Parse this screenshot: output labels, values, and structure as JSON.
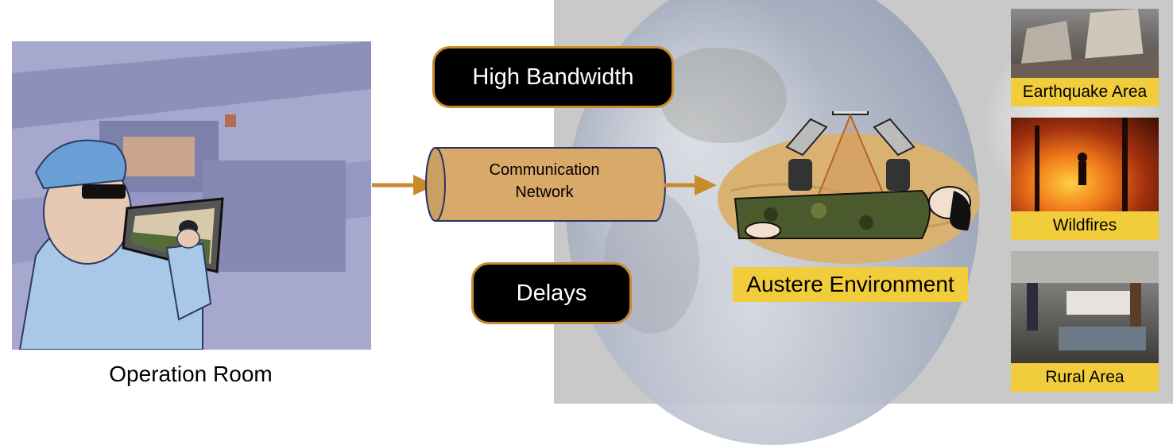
{
  "labels": {
    "operation_room": "Operation Room",
    "high_bandwidth": "High Bandwidth",
    "delays": "Delays",
    "network_line1": "Communication",
    "network_line2": "Network",
    "austere_environment": "Austere Environment",
    "earthquake_area": "Earthquake Area",
    "wildfires": "Wildfires",
    "rural_area": "Rural Area"
  },
  "colors": {
    "accent_orange": "#c98a2c",
    "cylinder_fill": "#d8a969",
    "label_yellow": "#f2cd3b",
    "op_room_bg": "#a6a8cd"
  },
  "icons": {
    "flow_arrow": "arrow-right-icon",
    "network": "cylinder-icon"
  }
}
